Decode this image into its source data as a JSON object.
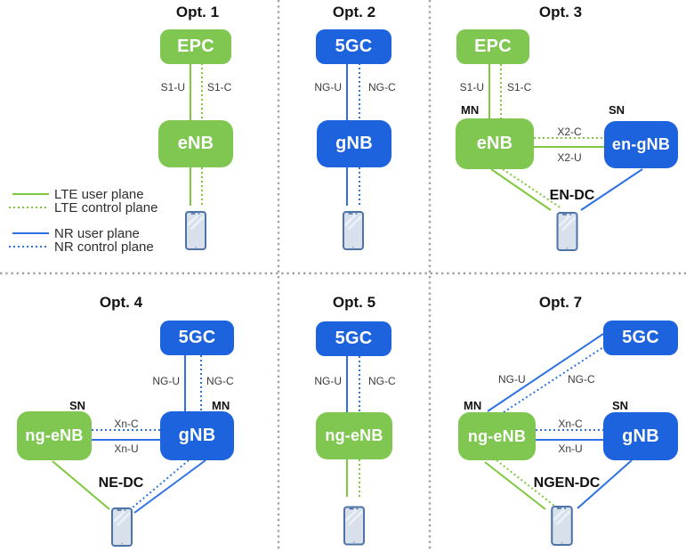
{
  "legend": {
    "lte_user": "LTE user plane",
    "lte_control": "LTE control plane",
    "nr_user": "NR user plane",
    "nr_control": "NR control plane"
  },
  "opt1": {
    "title": "Opt. 1",
    "core": "EPC",
    "ran": "eNB",
    "if_user": "S1-U",
    "if_ctrl": "S1-C"
  },
  "opt2": {
    "title": "Opt. 2",
    "core": "5GC",
    "ran": "gNB",
    "if_user": "NG-U",
    "if_ctrl": "NG-C"
  },
  "opt3": {
    "title": "Opt. 3",
    "core": "EPC",
    "mn": "eNB",
    "sn": "en-gNB",
    "mn_role": "MN",
    "sn_role": "SN",
    "if_user": "S1-U",
    "if_ctrl": "S1-C",
    "x_ctrl": "X2-C",
    "x_user": "X2-U",
    "dc": "EN-DC"
  },
  "opt4": {
    "title": "Opt. 4",
    "core": "5GC",
    "mn": "gNB",
    "sn": "ng-eNB",
    "mn_role": "MN",
    "sn_role": "SN",
    "if_user": "NG-U",
    "if_ctrl": "NG-C",
    "x_ctrl": "Xn-C",
    "x_user": "Xn-U",
    "dc": "NE-DC"
  },
  "opt5": {
    "title": "Opt. 5",
    "core": "5GC",
    "ran": "ng-eNB",
    "if_user": "NG-U",
    "if_ctrl": "NG-C"
  },
  "opt7": {
    "title": "Opt. 7",
    "core": "5GC",
    "mn": "ng-eNB",
    "sn": "gNB",
    "mn_role": "MN",
    "sn_role": "SN",
    "if_user": "NG-U",
    "if_ctrl": "NG-C",
    "x_ctrl": "Xn-C",
    "x_user": "Xn-U",
    "dc": "NGEN-DC"
  },
  "colors": {
    "lte_line": "#7DC83C",
    "nr_line": "#2E71E5",
    "lte_box": "#7FC750",
    "nr_box": "#1D63DD"
  }
}
